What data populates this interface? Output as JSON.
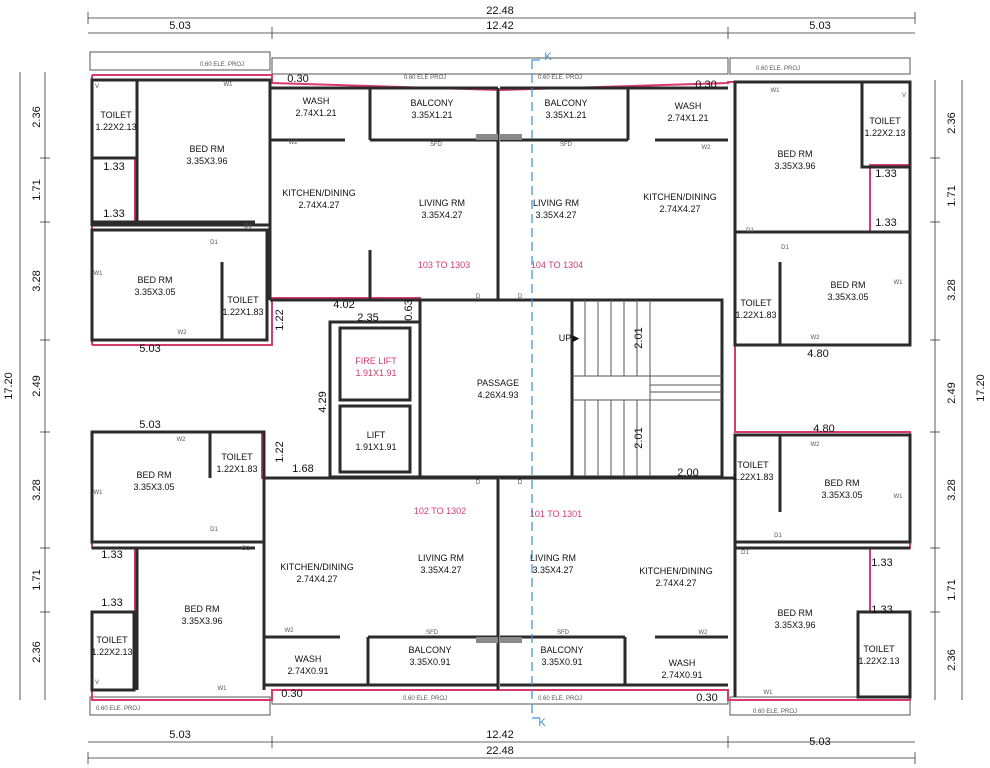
{
  "dimensions": {
    "overall_width": "22.48",
    "center_width": "12.42",
    "wing_width": "5.03",
    "overall_height": "17.20",
    "passage_height": "2.49",
    "bed_block_height": "3.28",
    "mid_height": "1.71",
    "toilet_height": "2.36",
    "projection": "0.30",
    "step_133": "1.33",
    "lobby_width": "4.02",
    "lobby_part": "2.35",
    "lobby_gap": "0.63",
    "lobby_side": "1.22",
    "lift_stack": "4.29",
    "lift_bottom": "1.68",
    "stair_run": "2.01",
    "stair_end": "2.00",
    "east_wing": "4.80"
  },
  "section_label": "K",
  "rooms": {
    "toilet": "TOILET",
    "toilet_large": "1.22X2.13",
    "toilet_small": "1.22X1.83",
    "bed": "BED RM",
    "bed_large": "3.35X3.96",
    "bed_small": "3.35X3.05",
    "kitchen": "KITCHEN/DINING",
    "kitchen_size": "2.74X4.27",
    "living": "LIVING RM",
    "living_size": "3.35X4.27",
    "wash": "WASH",
    "wash_top": "2.74X1.21",
    "wash_bottom": "2.74X0.91",
    "balcony": "BALCONY",
    "balcony_top": "3.35X1.21",
    "balcony_bottom": "3.35X0.91",
    "fire_lift": "FIRE LIFT",
    "fire_lift_size": "1.91X1.91",
    "lift": "LIFT",
    "lift_size": "1.91X1.91",
    "passage": "PASSAGE",
    "passage_size": "4.26X4.93",
    "up": "UP"
  },
  "flats": {
    "top_left": "103 TO 1303",
    "top_right": "104 TO 1304",
    "bottom_left": "102 TO 1302",
    "bottom_right": "101 TO 1301"
  },
  "marks": {
    "ele_proj": "0.60 ELE. PROJ",
    "ele_proj_short": "0.60 ELE PROJ",
    "sfd": "SFD",
    "d": "D",
    "d_small": "d",
    "d1": "D1",
    "w1": "W1",
    "w2": "W2",
    "v": "V"
  },
  "colors": {
    "wall": "#2b2b2b",
    "boundary": "#d83a6b",
    "flat_number": "#d83a6b",
    "section_line": "#3a8fd8"
  }
}
